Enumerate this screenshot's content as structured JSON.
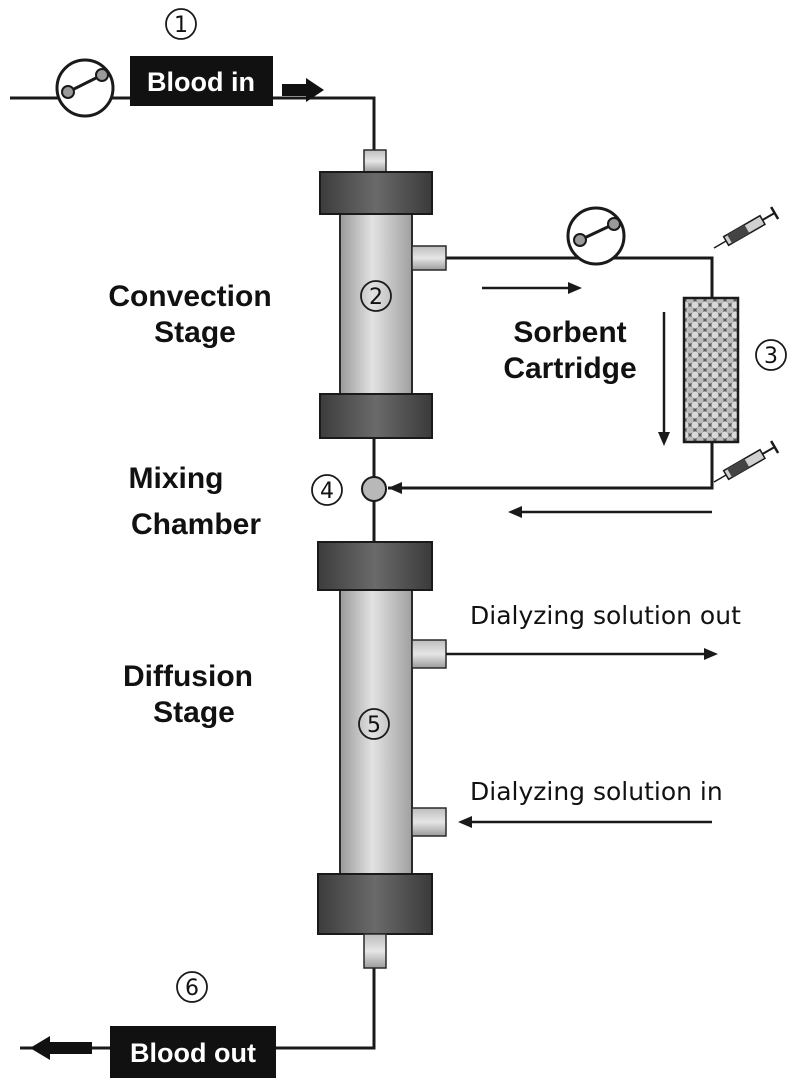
{
  "labels": {
    "blood_in": "Blood in",
    "blood_out": "Blood out",
    "convection_stage_line1": "Convection",
    "convection_stage_line2": "Stage",
    "sorbent_cartridge_line1": "Sorbent",
    "sorbent_cartridge_line2": "Cartridge",
    "mixing_chamber_line1": "Mixing",
    "mixing_chamber_line2": "Chamber",
    "diffusion_stage_line1": "Diffusion",
    "diffusion_stage_line2": "Stage",
    "dialyzing_solution_out": "Dialyzing solution out",
    "dialyzing_solution_in": "Dialyzing solution in"
  },
  "step_numbers": {
    "n1": "1",
    "n2": "2",
    "n3": "3",
    "n4": "4",
    "n5": "5",
    "n6": "6"
  },
  "icons": [
    "pump-icon",
    "syringe-icon",
    "arrow-icon"
  ],
  "colors": {
    "line": "#1a1a1a",
    "label_box": "#111111",
    "column_cap": "#4a4a4a",
    "column_body": "#c9c9c9",
    "cartridge_fill": "#6e6e6e"
  }
}
